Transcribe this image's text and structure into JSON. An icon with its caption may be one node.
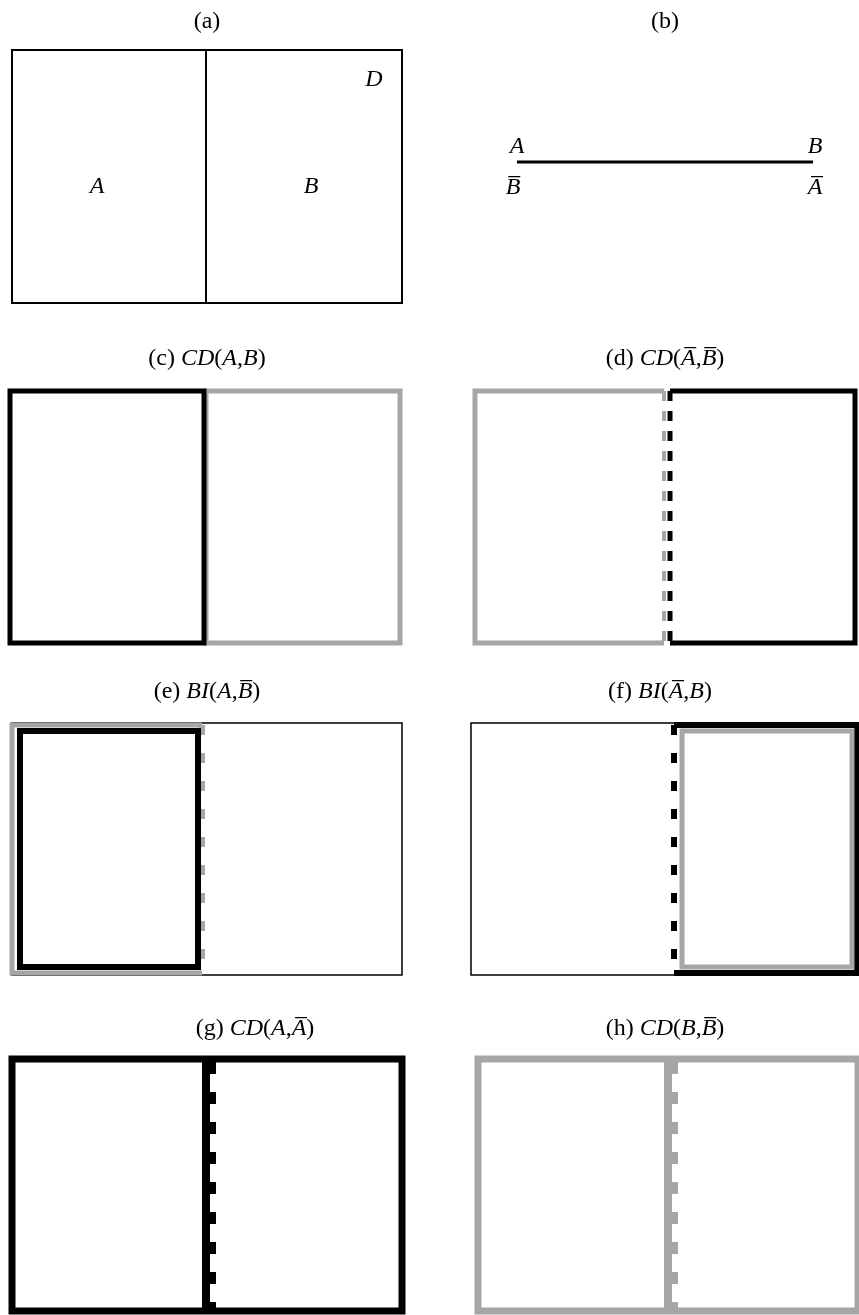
{
  "diagram": {
    "labels": [
      "(a)",
      "(b)",
      "D",
      "A",
      "B",
      "A",
      "B",
      "B̅",
      "A̅",
      "(c) *CD*(*A*,*B*)",
      "(d) *CD*(*A̅*,*B̅*)",
      "(e) *BI*(*A*,*B̅*)",
      "(f) *BI*(*A̅*,*B*)",
      "(g) *CD*(*A*,*A̅*)",
      "(h) *CD*(*B*,*B̅*)"
    ]
  }
}
